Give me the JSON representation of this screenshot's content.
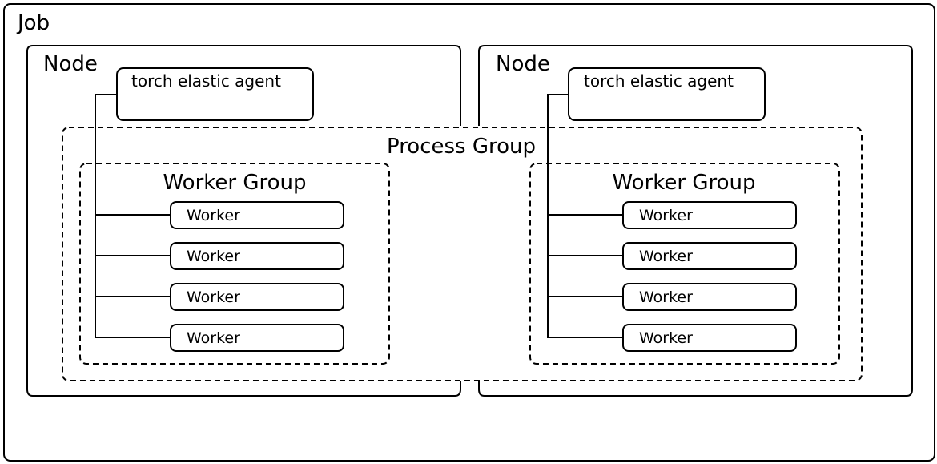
{
  "job": {
    "label": "Job"
  },
  "process_group": {
    "label": "Process Group"
  },
  "nodes": [
    {
      "label": "Node",
      "agent_label": "torch elastic agent",
      "worker_group": {
        "label": "Worker Group",
        "workers": [
          "Worker",
          "Worker",
          "Worker",
          "Worker"
        ]
      }
    },
    {
      "label": "Node",
      "agent_label": "torch elastic agent",
      "worker_group": {
        "label": "Worker Group",
        "workers": [
          "Worker",
          "Worker",
          "Worker",
          "Worker"
        ]
      }
    }
  ]
}
